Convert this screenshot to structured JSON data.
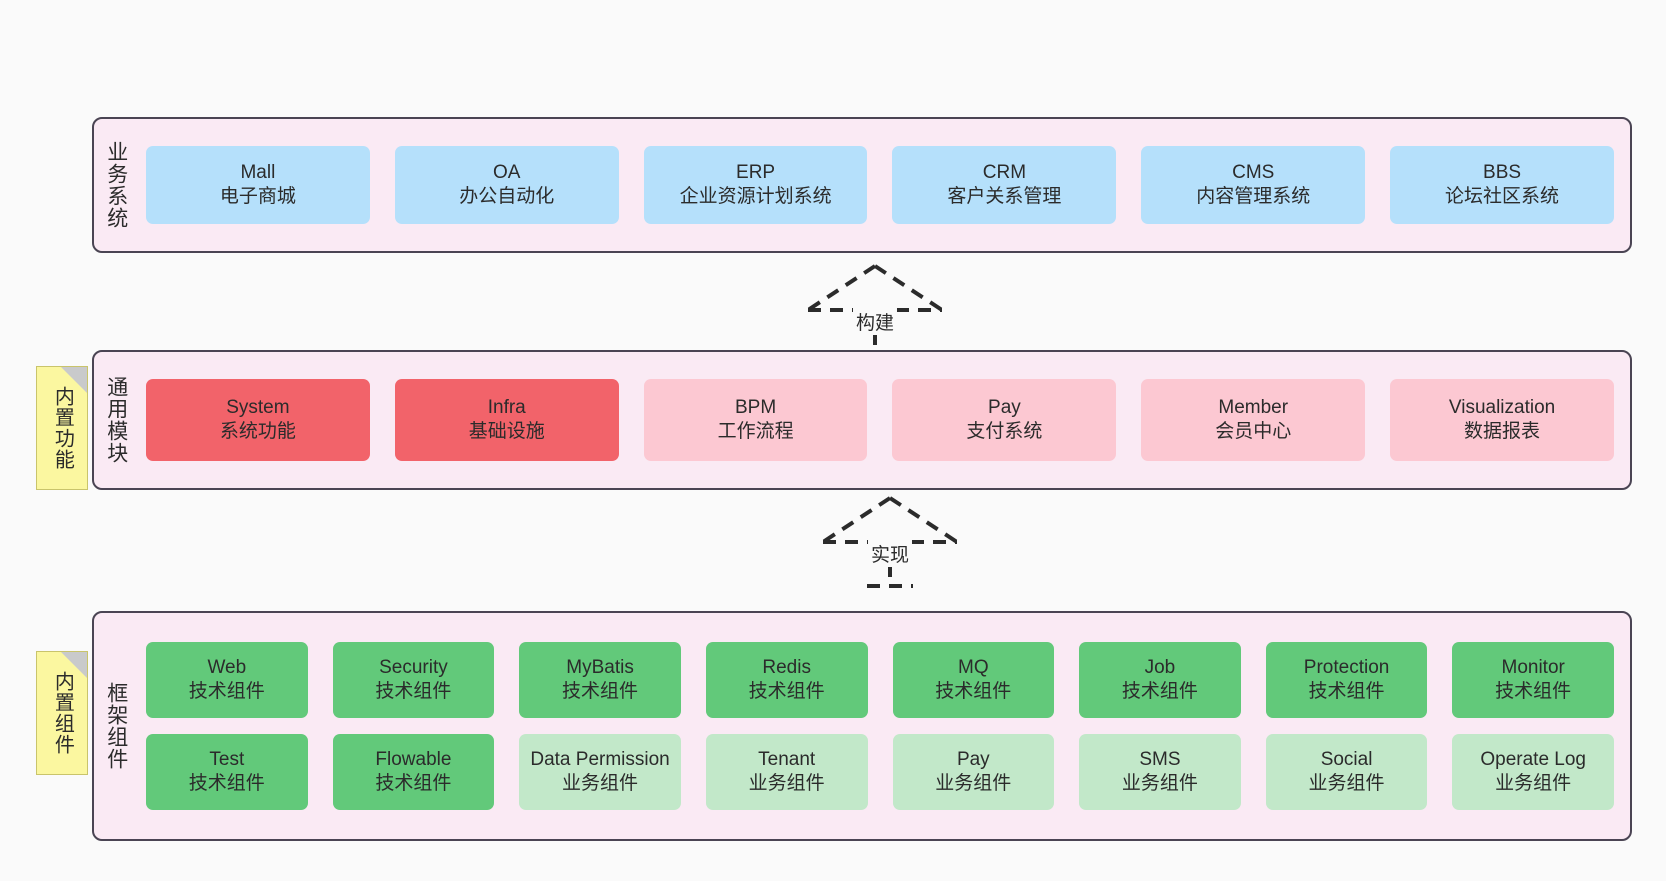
{
  "diagram": {
    "background": "#fafafa",
    "layer_fill": "#faeaf4",
    "layer_border": "#4a4453",
    "note_fill": "#fbf7a0",
    "colors": {
      "blue": "#b5e0fb",
      "red": "#f2636a",
      "pink": "#fcc8d2",
      "green": "#62c97a",
      "light_green": "#c2e8c9"
    }
  },
  "layers": {
    "business": {
      "title": "业务系统",
      "items": [
        {
          "en": "Mall",
          "cn": "电子商城",
          "color": "blue"
        },
        {
          "en": "OA",
          "cn": "办公自动化",
          "color": "blue"
        },
        {
          "en": "ERP",
          "cn": "企业资源计划系统",
          "color": "blue"
        },
        {
          "en": "CRM",
          "cn": "客户关系管理",
          "color": "blue"
        },
        {
          "en": "CMS",
          "cn": "内容管理系统",
          "color": "blue"
        },
        {
          "en": "BBS",
          "cn": "论坛社区系统",
          "color": "blue"
        }
      ]
    },
    "common": {
      "title": "通用模块",
      "note": "内置功能",
      "items": [
        {
          "en": "System",
          "cn": "系统功能",
          "color": "red"
        },
        {
          "en": "Infra",
          "cn": "基础设施",
          "color": "red"
        },
        {
          "en": "BPM",
          "cn": "工作流程",
          "color": "pink"
        },
        {
          "en": "Pay",
          "cn": "支付系统",
          "color": "pink"
        },
        {
          "en": "Member",
          "cn": "会员中心",
          "color": "pink"
        },
        {
          "en": "Visualization",
          "cn": "数据报表",
          "color": "pink"
        }
      ]
    },
    "framework": {
      "title": "框架组件",
      "note": "内置组件",
      "row1": [
        {
          "en": "Web",
          "cn": "技术组件",
          "color": "green"
        },
        {
          "en": "Security",
          "cn": "技术组件",
          "color": "green"
        },
        {
          "en": "MyBatis",
          "cn": "技术组件",
          "color": "green"
        },
        {
          "en": "Redis",
          "cn": "技术组件",
          "color": "green"
        },
        {
          "en": "MQ",
          "cn": "技术组件",
          "color": "green"
        },
        {
          "en": "Job",
          "cn": "技术组件",
          "color": "green"
        },
        {
          "en": "Protection",
          "cn": "技术组件",
          "color": "green"
        },
        {
          "en": "Monitor",
          "cn": "技术组件",
          "color": "green"
        }
      ],
      "row2": [
        {
          "en": "Test",
          "cn": "技术组件",
          "color": "green"
        },
        {
          "en": "Flowable",
          "cn": "技术组件",
          "color": "green"
        },
        {
          "en": "Data Permission",
          "cn": "业务组件",
          "color": "light_green"
        },
        {
          "en": "Tenant",
          "cn": "业务组件",
          "color": "light_green"
        },
        {
          "en": "Pay",
          "cn": "业务组件",
          "color": "light_green"
        },
        {
          "en": "SMS",
          "cn": "业务组件",
          "color": "light_green"
        },
        {
          "en": "Social",
          "cn": "业务组件",
          "color": "light_green"
        },
        {
          "en": "Operate Log",
          "cn": "业务组件",
          "color": "light_green"
        }
      ]
    }
  },
  "connectors": {
    "build": "构建",
    "implement": "实现"
  }
}
